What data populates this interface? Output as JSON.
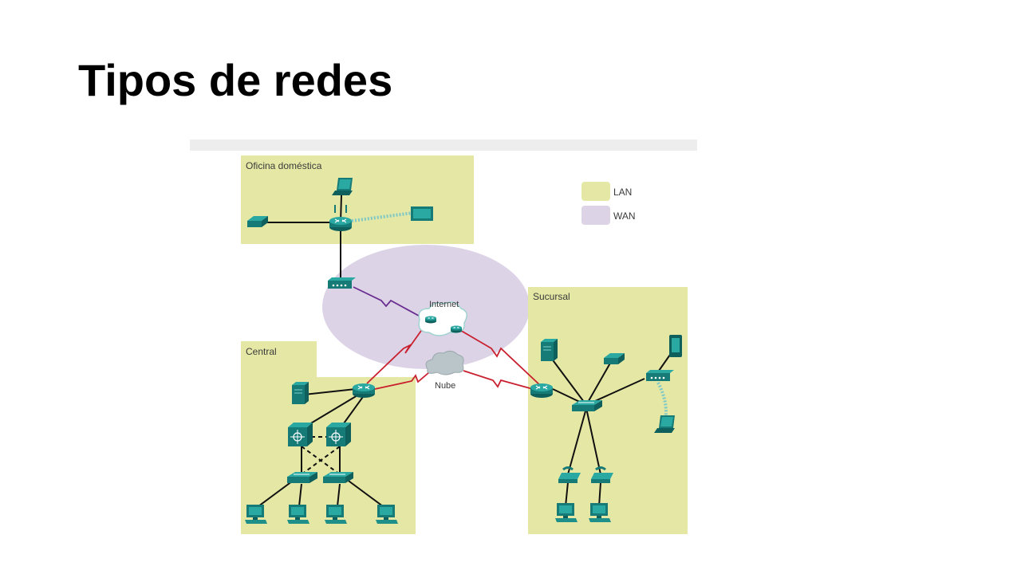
{
  "title": "Tipos de redes",
  "diagram": {
    "zones": {
      "home": "Oficina doméstica",
      "central": "Central",
      "branch": "Sucursal"
    },
    "clouds": {
      "internet": "Internet",
      "cloud": "Nube"
    },
    "legend": [
      {
        "label": "LAN",
        "color": "#e5e8a5"
      },
      {
        "label": "WAN",
        "color": "#ddd3e6"
      }
    ],
    "colors": {
      "lan": "#e5e8a5",
      "wan": "#ddd3e6",
      "device": "#1f8f8a",
      "wan_link": "#c8202e",
      "dsl_link": "#6a2d91",
      "wireless": "#7fc8c6"
    }
  }
}
